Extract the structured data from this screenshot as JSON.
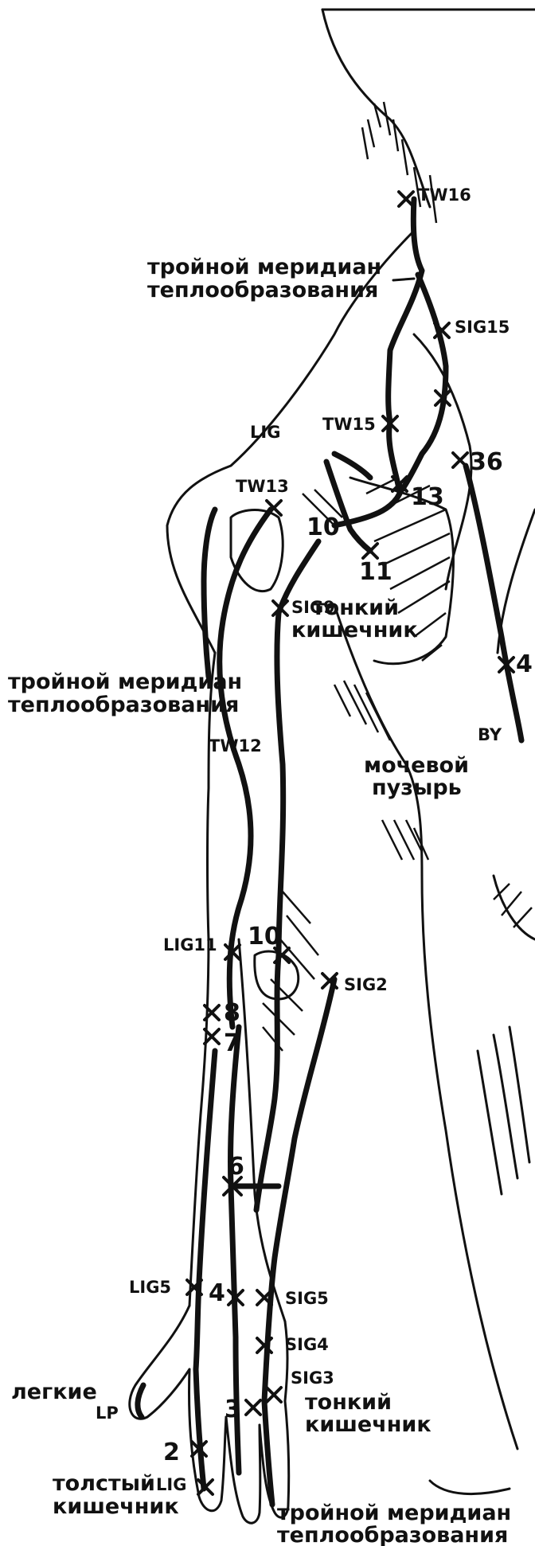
{
  "labels": {
    "tw_top": [
      "тройной меридиан",
      "теплообразования"
    ],
    "tw_mid": [
      "тройной меридиан",
      "теплообразования"
    ],
    "tw_bottom": [
      "тройной меридиан",
      "теплообразования"
    ],
    "small_int_upper": [
      "тонкий",
      "кишечник"
    ],
    "small_int_lower": [
      "тонкий",
      "кишечник"
    ],
    "bladder": [
      "мочевой",
      "пузырь"
    ],
    "lungs": "легкие",
    "large_int": [
      "толстый",
      "кишечник"
    ]
  },
  "points": {
    "tw16": "TW16",
    "sig15": "SIG15",
    "lig_shoulder": "LIG",
    "tw15": "TW15",
    "p36": "36",
    "tw13": "TW13",
    "p13": "13",
    "p10_shoulder": "10",
    "p11": "11",
    "sig9": "SIG9",
    "p4_back": "4",
    "by": "BY",
    "tw12": "TW12",
    "lig11": "LIG11",
    "p10_elbow": "10",
    "sig2": "SIG2",
    "p8": "8",
    "p7": "7",
    "p6": "6",
    "lig5": "LIG5",
    "p4_wrist": "4",
    "sig5": "SIG5",
    "sig4": "SIG4",
    "sig3": "SIG3",
    "lp": "LP",
    "p3": "3",
    "p2": "2",
    "lig_finger": "LIG"
  }
}
